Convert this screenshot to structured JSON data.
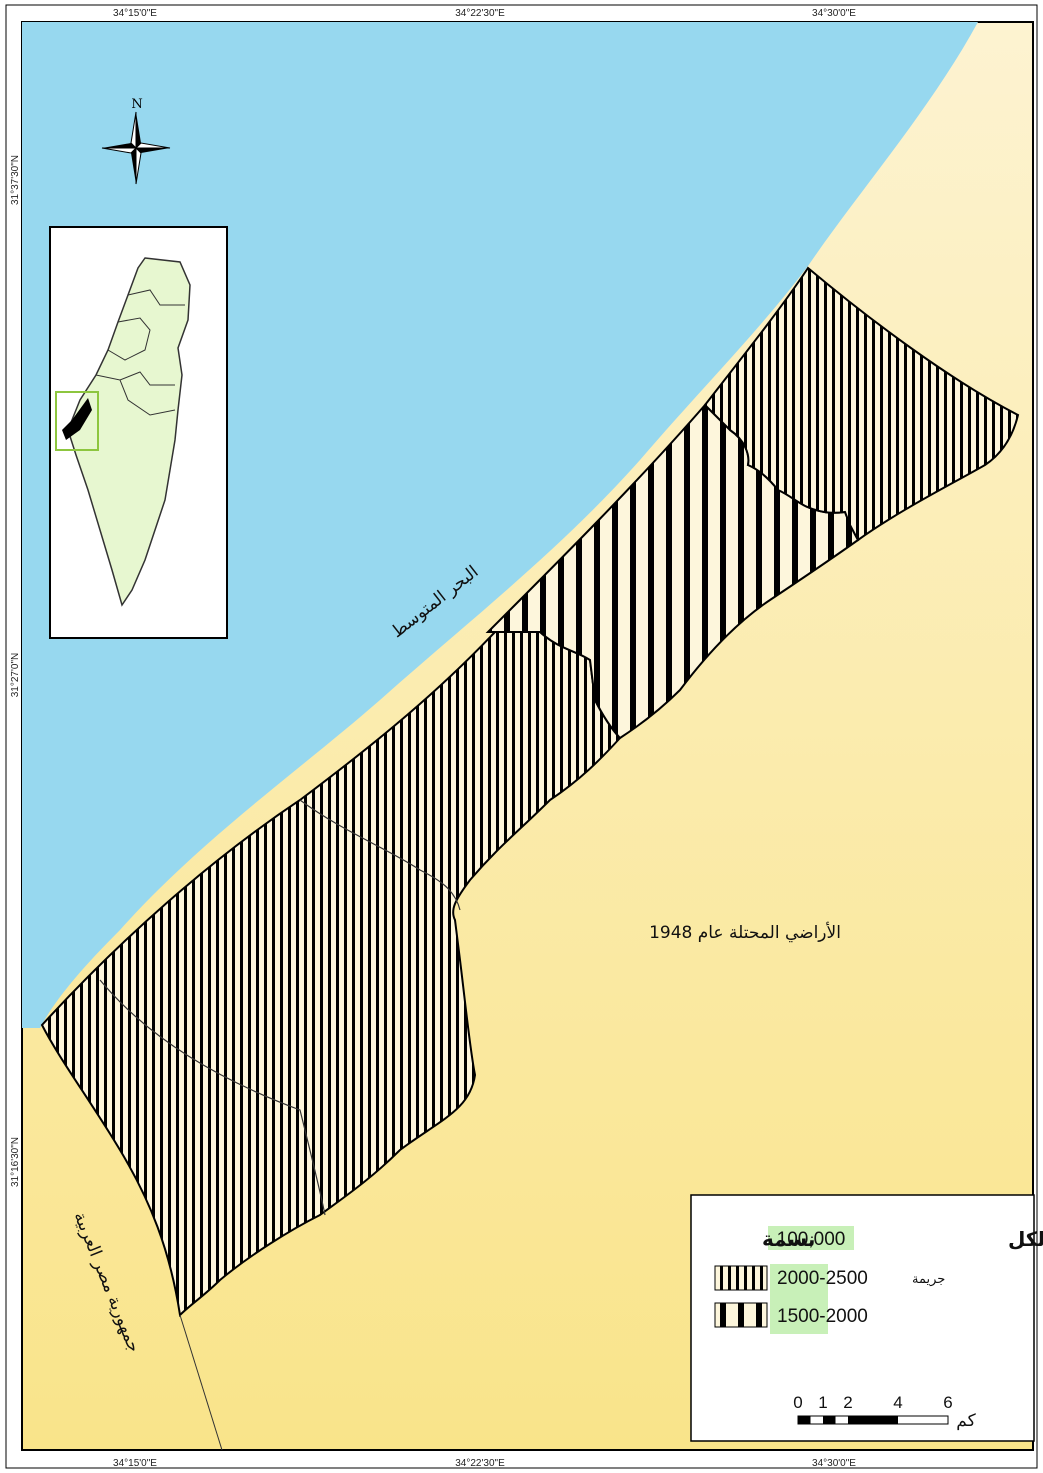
{
  "coordinates": {
    "top": [
      "34°15'0\"E",
      "34°22'30\"E",
      "34°30'0\"E"
    ],
    "bottom": [
      "34°15'0\"E",
      "34°22'30\"E",
      "34°30'0\"E"
    ],
    "left": [
      "31°37'30\"N",
      "31°27'0\"N",
      "31°16'30\"N"
    ]
  },
  "north_arrow": {
    "label": "N"
  },
  "labels": {
    "sea": "البحر المتوسط",
    "occupied": "الأراضي المحتلة عام 1948",
    "egypt": "جمهورية مصر العربية"
  },
  "legend": {
    "title_text": "الجرائم العامة لكل",
    "title_number": "100,000",
    "title_unit": "نسمة",
    "unit_label": "جريمة",
    "classes": [
      {
        "range": "2000-2500",
        "pattern": "dense-vertical-lines"
      },
      {
        "range": "1500-2000",
        "pattern": "wide-vertical-lines"
      }
    ]
  },
  "scale_bar": {
    "ticks": [
      "0",
      "1",
      "2",
      "4",
      "6"
    ],
    "unit": "كم"
  },
  "colors": {
    "sea": "#97d8ef",
    "land_light": "#fdf3d1",
    "land_dark": "#f9e58c",
    "inset_land": "#e7f7d0",
    "inset_frame": "#8dc63f",
    "highlight": "#c8f0b8"
  }
}
